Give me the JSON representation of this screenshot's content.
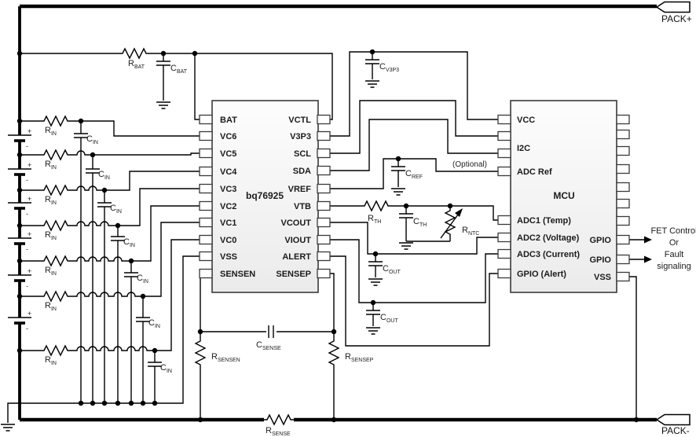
{
  "labels": {
    "pack_plus": "PACK+",
    "pack_minus": "PACK-",
    "optional": "(Optional)"
  },
  "fet_note": [
    "FET Control",
    "Or",
    "Fault",
    "signaling"
  ],
  "bq_chip": {
    "name": "bq76925",
    "left_pins": [
      "BAT",
      "VC6",
      "VC5",
      "VC4",
      "VC3",
      "VC2",
      "VC1",
      "VC0",
      "VSS",
      "SENSEN"
    ],
    "right_pins": [
      "VCTL",
      "V3P3",
      "SCL",
      "SDA",
      "VREF",
      "VTB",
      "VCOUT",
      "VIOUT",
      "ALERT",
      "SENSEP"
    ]
  },
  "mcu": {
    "name": "MCU",
    "left_labels": [
      "VCC",
      "I2C",
      "ADC Ref",
      "ADC1 (Temp)",
      "ADC2 (Voltage)",
      "ADC3 (Current)",
      "GPIO (Alert)"
    ],
    "right_labels": [
      "GPIO",
      "GPIO",
      "VSS"
    ]
  },
  "components": {
    "r_bat": {
      "main": "R",
      "sub": "BAT"
    },
    "c_bat": {
      "main": "C",
      "sub": "BAT"
    },
    "c_v3p3": {
      "main": "C",
      "sub": "V3P3"
    },
    "c_ref": {
      "main": "C",
      "sub": "REF"
    },
    "r_th": {
      "main": "R",
      "sub": "TH"
    },
    "c_th": {
      "main": "C",
      "sub": "TH"
    },
    "r_ntc": {
      "main": "R",
      "sub": "NTC"
    },
    "c_out": {
      "main": "C",
      "sub": "OUT"
    },
    "c_sense": {
      "main": "C",
      "sub": "SENSE"
    },
    "r_sensen": {
      "main": "R",
      "sub": "SENSEN"
    },
    "r_sensep": {
      "main": "R",
      "sub": "SENSEP"
    },
    "r_sense": {
      "main": "R",
      "sub": "SENSE"
    },
    "r_in": {
      "main": "R",
      "sub": "IN"
    },
    "c_in": {
      "main": "C",
      "sub": "IN"
    }
  },
  "battery": {
    "plus": "+",
    "minus": "-"
  },
  "colors": {
    "wire": "#000000",
    "chip_stroke": "#3a3a3a",
    "chip_fill_top": "#fdfdfd",
    "chip_fill_bottom": "#ebebeb",
    "text": "#1b1b1b",
    "background": "#ffffff"
  }
}
